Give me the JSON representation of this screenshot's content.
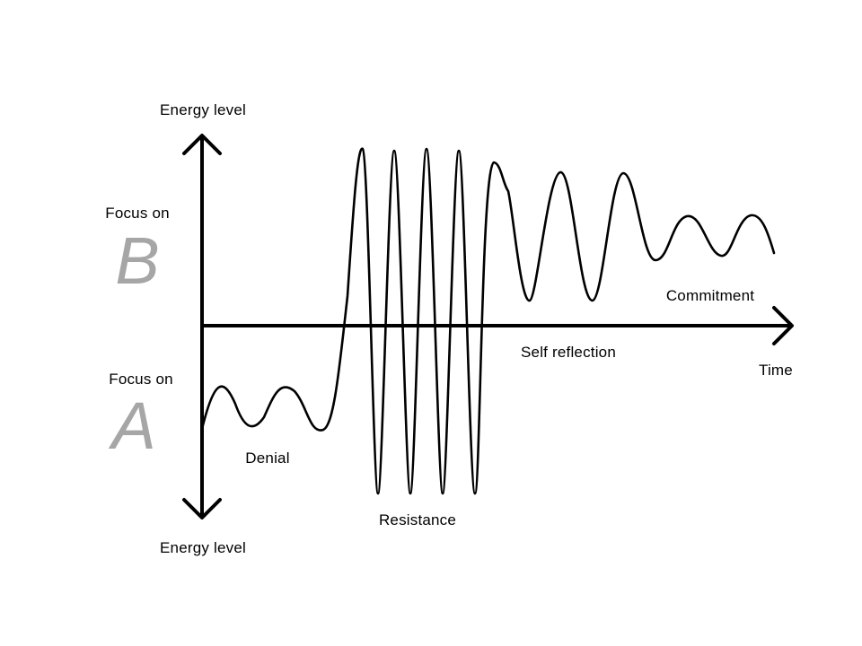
{
  "labels": {
    "y_axis_top": "Energy level",
    "y_axis_bottom": "Energy level",
    "x_axis": "Time",
    "focus_b_prefix": "Focus on",
    "focus_b_letter": "B",
    "focus_a_prefix": "Focus on",
    "focus_a_letter": "A"
  },
  "phases": {
    "denial": "Denial",
    "resistance": "Resistance",
    "self_reflection": "Self reflection",
    "commitment": "Commitment"
  },
  "colors": {
    "line": "#000000",
    "letter": "#a6a6a6"
  }
}
